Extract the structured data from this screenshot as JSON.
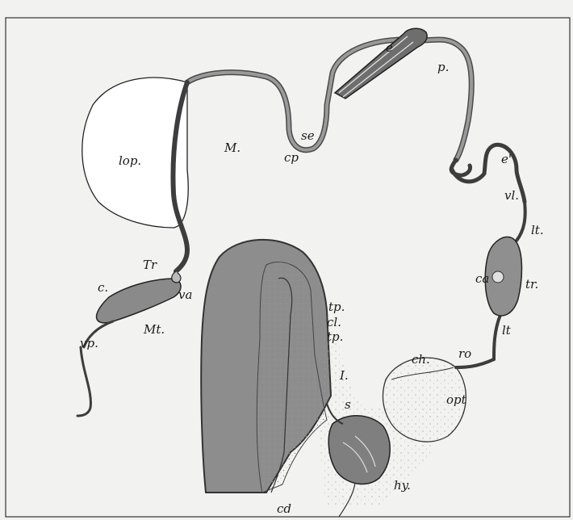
{
  "labels": {
    "e": "e",
    "p": "p.",
    "lop": "lop.",
    "M": "M.",
    "se": "se",
    "cp": "cp",
    "e2": "e'",
    "vl": "vl.",
    "lt1": "lt.",
    "ca": "ca",
    "tr": "tr.",
    "lt2": "lt",
    "Tr": "Tr",
    "c": "c.",
    "va": "va",
    "vp": "vp.",
    "Mt": "Mt.",
    "tp1": "tp.",
    "cl": "cl.",
    "tp2": "tp.",
    "I": "I.",
    "s": "s",
    "ch": "ch.",
    "ro": "ro",
    "opt": "opt",
    "hy": "hy.",
    "cd": "cd"
  }
}
